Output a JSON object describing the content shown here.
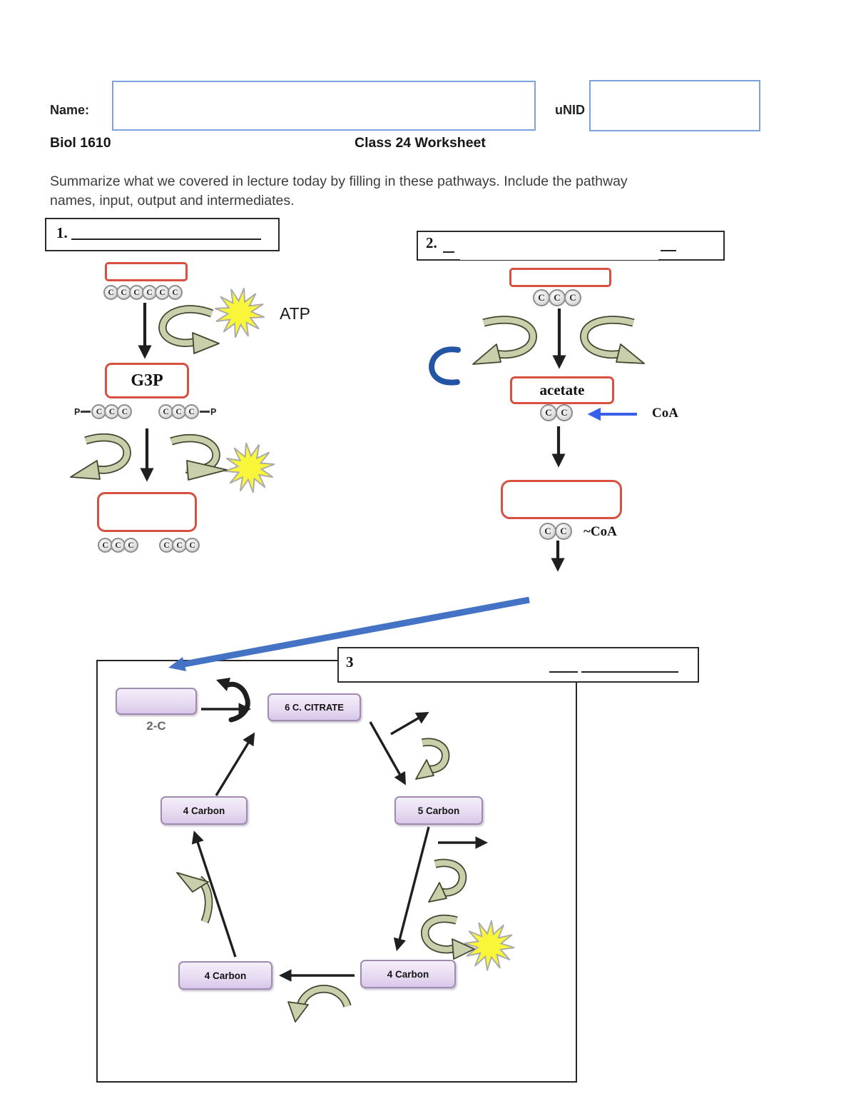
{
  "shared": {
    "carbon_letter": "C",
    "phosphate_letter": "P"
  },
  "header": {
    "name_label": "Name:",
    "unid_label": "uNID",
    "course": "Biol 1610",
    "title": "Class 24 Worksheet",
    "instructions": "Summarize what we covered in lecture today by filling in these pathways. Include the pathway\nnames, input, output and intermediates."
  },
  "pathway1": {
    "number": "1.",
    "atp_label": "ATP",
    "g3p_label": "G3P"
  },
  "pathway2": {
    "number": "2.",
    "acetate_label": "acetate",
    "coa_label": "CoA",
    "coa_thioester_label": "~CoA"
  },
  "pathway3": {
    "number": "3",
    "two_carbon_label": "2-C",
    "citrate_label": "6 C. CITRATE",
    "four_carbon_top_label": "4 Carbon",
    "five_carbon_label": "5 Carbon",
    "four_carbon_bottom_right_label": "4 Carbon",
    "four_carbon_bottom_left_label": "4 Carbon"
  },
  "colors": {
    "ink": "#1f1f1f",
    "input_border": "#7ba2dc",
    "red_box": "#d8503f",
    "sage": "#c9cfab",
    "sage_outline": "#45452f",
    "star_yellow": "#f9f63a",
    "star_outline": "#aaaaaa",
    "purple_border": "#9f8bb0",
    "blue_annotation": "#4472c4",
    "coa_blue": "#3a5fe8",
    "navy_arc": "#2355a4",
    "header_box_border": "#2b2b2b"
  }
}
